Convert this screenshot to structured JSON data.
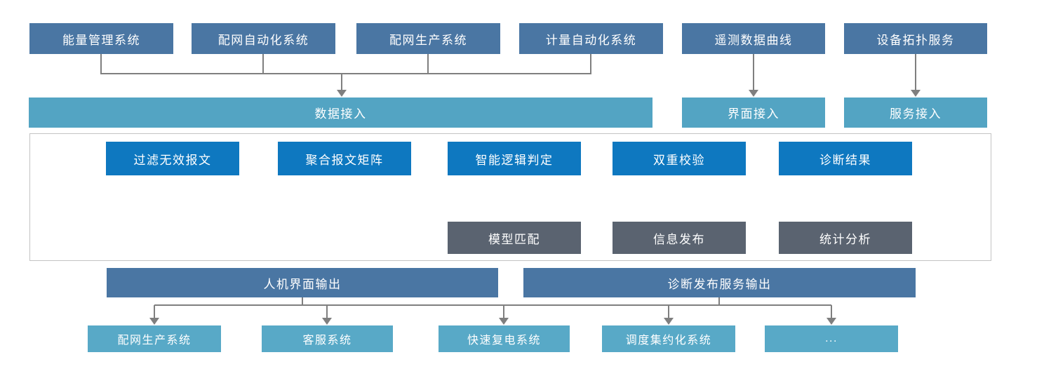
{
  "diagram_type": "system-architecture-flowchart",
  "colors": {
    "source_box": "#4a76a3",
    "access_bar": "#53a4c3",
    "process_box": "#0e78c0",
    "result_box": "#5a6370",
    "output_bar": "#4a76a3",
    "target_box": "#58a9c7",
    "connector_line": "#7f7f7f",
    "container_border": "#c3c3c3"
  },
  "top_sources": [
    {
      "label": "能量管理系统"
    },
    {
      "label": "配网自动化系统"
    },
    {
      "label": "配网生产系统"
    },
    {
      "label": "计量自动化系统"
    },
    {
      "label": "遥测数据曲线"
    },
    {
      "label": "设备拓扑服务"
    }
  ],
  "access_layer": [
    {
      "label": "数据接入"
    },
    {
      "label": "界面接入"
    },
    {
      "label": "服务接入"
    }
  ],
  "process_flow": [
    {
      "label": "过滤无效报文"
    },
    {
      "label": "聚合报文矩阵"
    },
    {
      "label": "智能逻辑判定"
    },
    {
      "label": "双重校验"
    },
    {
      "label": "诊断结果"
    }
  ],
  "result_outputs": [
    {
      "label": "模型匹配"
    },
    {
      "label": "信息发布"
    },
    {
      "label": "统计分析"
    }
  ],
  "output_bars": [
    {
      "label": "人机界面输出"
    },
    {
      "label": "诊断发布服务输出"
    }
  ],
  "target_systems": [
    {
      "label": "配网生产系统"
    },
    {
      "label": "客服系统"
    },
    {
      "label": "快速复电系统"
    },
    {
      "label": "调度集约化系统"
    },
    {
      "label": "..."
    }
  ]
}
